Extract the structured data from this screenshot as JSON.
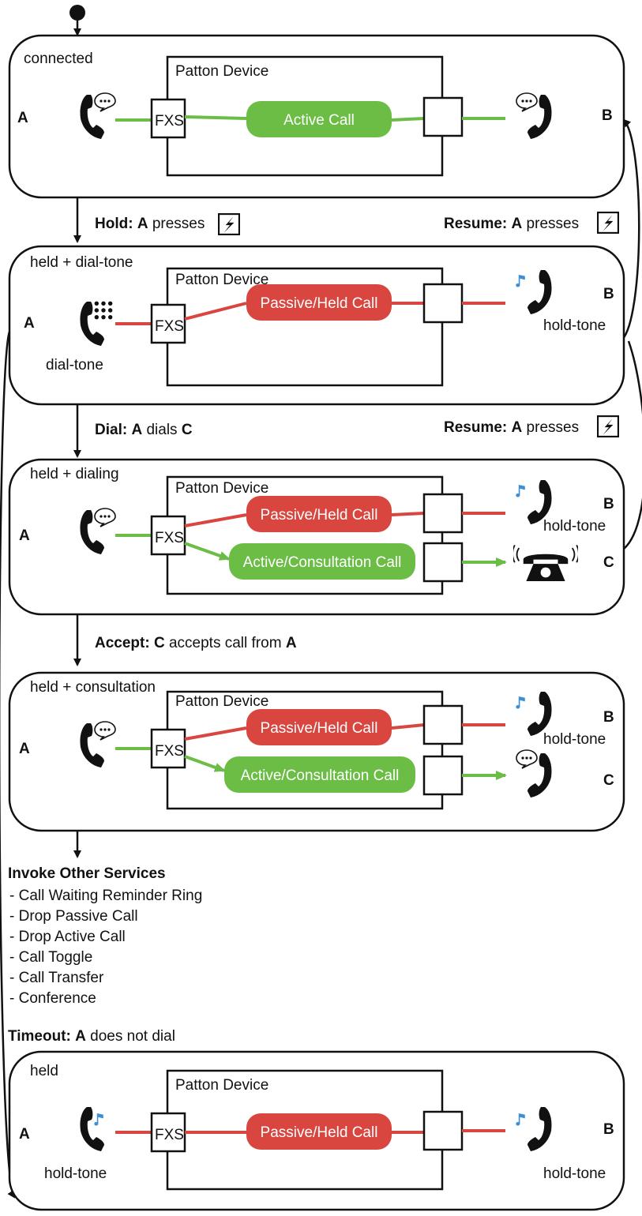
{
  "device_label": "Patton Device",
  "fxs_label": "FXS",
  "party_a": "A",
  "party_b": "B",
  "party_c": "C",
  "hold_tone": "hold-tone",
  "dial_tone": "dial-tone",
  "colors": {
    "active": "#6cbd45",
    "held": "#d9463f",
    "note": "#3b8fd6"
  },
  "states": [
    {
      "title": "connected",
      "pills": [
        "Active Call"
      ]
    },
    {
      "title": "held + dial-tone",
      "pills": [
        "Passive/Held Call"
      ]
    },
    {
      "title": "held + dialing",
      "pills": [
        "Passive/Held Call",
        "Active/Consultation Call"
      ]
    },
    {
      "title": "held + consultation",
      "pills": [
        "Passive/Held Call",
        "Active/Consultation Call"
      ]
    },
    {
      "title": "held",
      "pills": [
        "Passive/Held Call"
      ]
    }
  ],
  "transitions": {
    "hold": {
      "event": "Hold:",
      "actor": "A",
      "action": "presses"
    },
    "resume": {
      "event": "Resume:",
      "actor": "A",
      "action": "presses"
    },
    "dial": {
      "event": "Dial:",
      "actor": "A",
      "action": "dials",
      "target": "C"
    },
    "accept": {
      "event": "Accept:",
      "actor": "C",
      "action": "accepts call from",
      "target": "A"
    },
    "timeout": {
      "event": "Timeout:",
      "actor": "A",
      "action": "does not dial"
    }
  },
  "services": {
    "title": "Invoke Other Services",
    "items": [
      "- Call Waiting Reminder Ring",
      "- Drop Passive Call",
      "- Drop Active Call",
      "- Call Toggle",
      "- Call Transfer",
      "- Conference"
    ]
  }
}
